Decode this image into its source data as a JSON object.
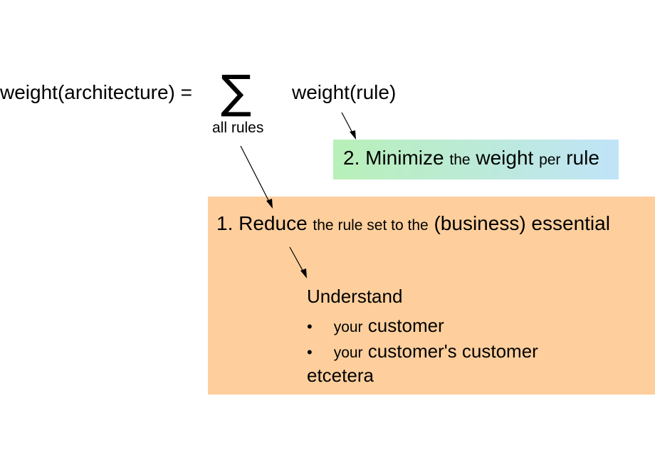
{
  "formula": {
    "lhs": "weight(architecture) =",
    "sigma": "∑",
    "sigma_sub": "all rules",
    "rhs": "weight(rule)"
  },
  "minimize": {
    "num": "2. Minimize",
    "w1": "the",
    "w2": "weight",
    "w3": "per",
    "w4": "rule"
  },
  "reduce": {
    "num": "1. Reduce",
    "w1": "the rule set to the",
    "w2": "(business) essential"
  },
  "understand": {
    "heading": "Understand",
    "items": [
      {
        "bullet": "•",
        "pre": "your",
        "main": "customer"
      },
      {
        "bullet": "•",
        "pre": "your",
        "main": "customer's customer"
      }
    ],
    "trailer": "etcetera"
  },
  "colors": {
    "reduce_box": "#fecf9d",
    "minimize_box_start": "#b8f0b8",
    "minimize_box_end": "#c0e4f8"
  }
}
